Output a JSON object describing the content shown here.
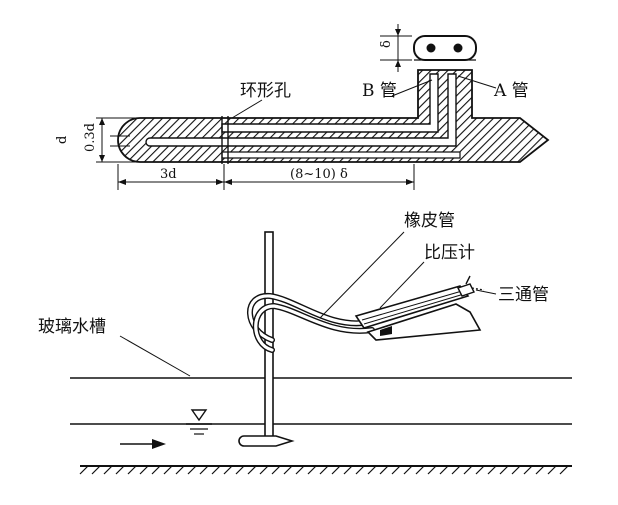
{
  "labels": {
    "annular_hole": "环形孔",
    "tube_b": "B 管",
    "tube_a": "A 管",
    "rubber_tube": "橡皮管",
    "manometer": "比压计",
    "tee": "三通管",
    "glass_tank": "玻璃水槽"
  },
  "dimensions": {
    "d": "d",
    "d03": "0.3d",
    "d3": "3d",
    "delta_range": "(8~10) δ",
    "delta": "δ"
  },
  "colors": {
    "ink": "#111111",
    "paper": "#ffffff"
  },
  "icons": {
    "water_level": "water-level-icon",
    "flow": "flow-arrow-icon"
  }
}
